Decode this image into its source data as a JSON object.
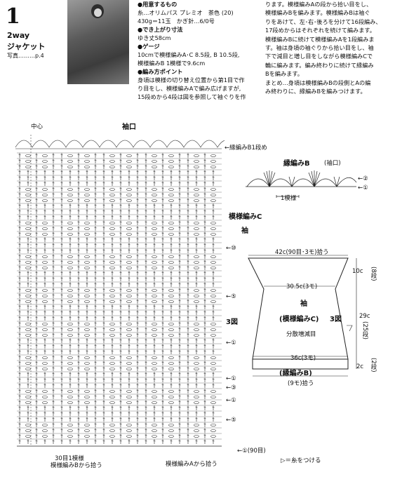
{
  "header": {
    "number": "1",
    "title_line1": "2way",
    "title_line2": "ジャケット",
    "photo_ref": "写真………p.4"
  },
  "materials": {
    "heading": "●用意するもの",
    "lines": [
      "糸…オリムパス プレミオ　茶色 (20)",
      "430g＝11玉　かぎ針…6/0号"
    ]
  },
  "finished": {
    "heading": "●でき上がり寸法",
    "lines": [
      "ゆき丈58cm"
    ]
  },
  "gauge": {
    "heading": "●ゲージ",
    "lines": [
      "10cmで模様編みA･C 8.5段, B 10.5段,",
      "模様編みB 1模様で9.6cm"
    ]
  },
  "points": {
    "heading": "●編み方ポイント",
    "lines": [
      "身頃は模様の切り替え位置から第1目で作",
      "り目をし、模様編みAで編み広げますが,",
      "15段めから4段は図を参照して袖ぐりを作",
      "ります。模様編みAの段から拾い目をし、",
      "模様編みBを編みます。模様編みBは袖ぐ",
      "りをあけて、左･右･後ろを分けて16段編み、",
      "17段めからはそれぞれを続けて編みます。",
      "模様編みBに続けて模様編みAを1段編みま",
      "す。袖は身頃の袖ぐりから拾い目をし、袖",
      "下で減目と増し目をしながら模様編みCで",
      "輪に編みます。編み終わりに続けて縁編み",
      "Bを編みます。",
      "まとめ…身頃は模様編みBの段側とAの編",
      "み終わりに、縁編みBを編みつけます。"
    ]
  },
  "chart": {
    "center_label": "中心",
    "cuff_label": "袖口",
    "edge_b_row1": "←縁編みB1段め",
    "pattern_c_label": "模様編みC",
    "sleeve_label": "袖",
    "figure3_label": "3図",
    "row_marks": [
      "←⑩",
      "←⑤",
      "←①",
      "←③",
      "←①",
      "←⑤",
      "←①"
    ],
    "bottom_row_label": "←①(90目)",
    "repeat_label": "30目1模様",
    "pick_b_label": "模様編みBから拾う",
    "pick_a_label": "模様編みAから拾う",
    "yarn_legend": "▷＝糸をつける"
  },
  "edge_b": {
    "title": "縁編みB",
    "subtitle": "(袖口)",
    "repeat": "1模様",
    "row_marks": [
      "←②",
      "←①"
    ]
  },
  "sleeve_diagram": {
    "top_width": "42c(90目･3モ)拾う",
    "top_height": "10c",
    "top_rows": "(8段)",
    "mid_width": "30.5c(3モ)",
    "sleeve": "袖",
    "pattern": "(模様編みC)",
    "figure": "3図",
    "side_length": "29c",
    "side_rows": "(25段)",
    "dec_note": "分散増減目",
    "bottom_width": "36c(3モ)",
    "edge_height": "2c",
    "edge_rows": "(2段)",
    "edge_label": "(縁編みB)",
    "bottom_pick": "(9モ)拾う"
  }
}
